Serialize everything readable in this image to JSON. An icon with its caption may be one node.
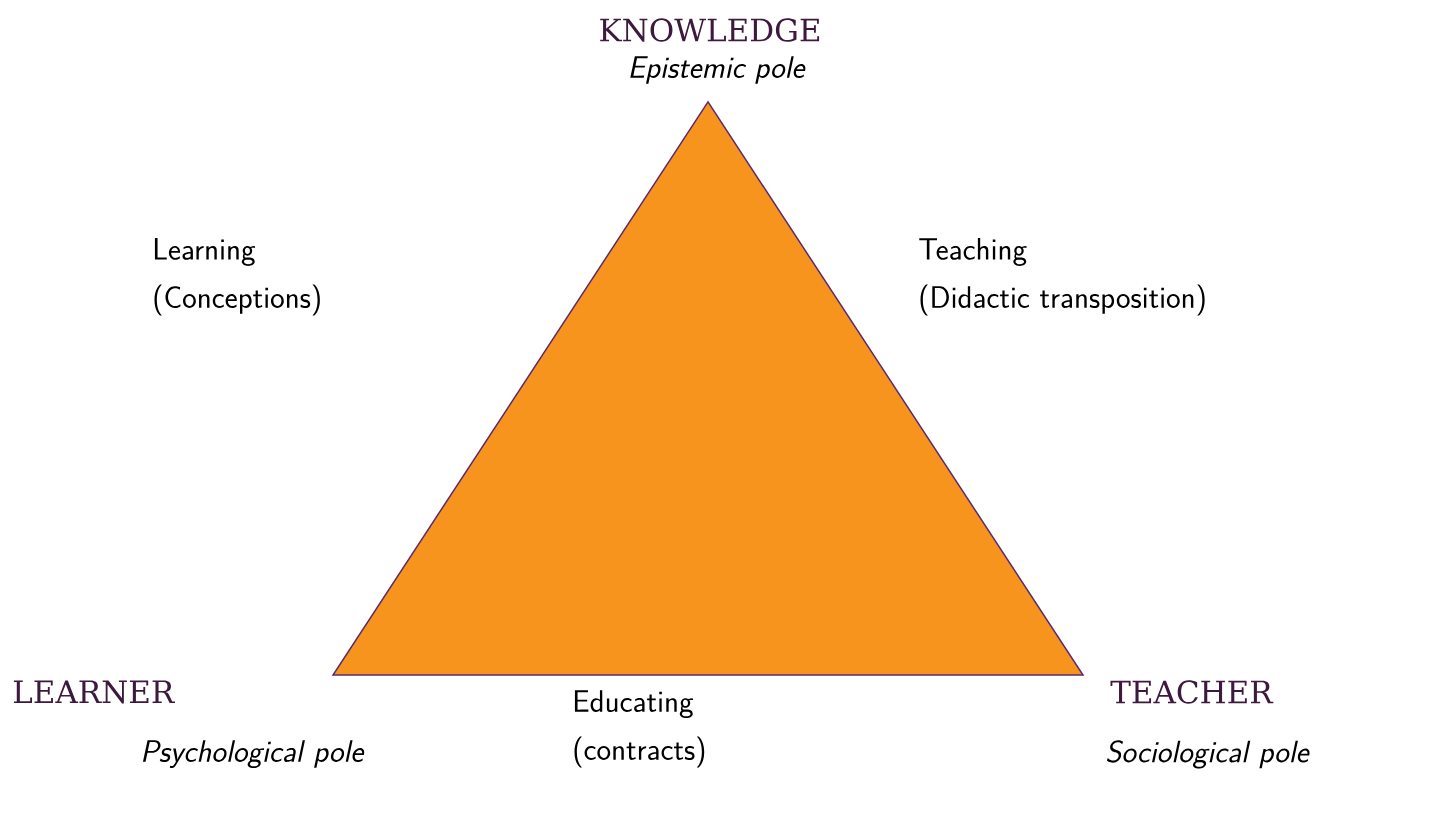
{
  "diagram": {
    "nodes": [
      {
        "text": [],
        "shape": "triangle"
      }
    ],
    "labels": [
      "KNOWLEDGE",
      "Epistemic pole",
      "Learning",
      "(Conceptions)",
      "Teaching",
      "(Didactic transposition)",
      "LEARNER",
      "TEACHER",
      "Psychological pole",
      "Educating (contracts)",
      "Sociological pole"
    ]
  }
}
